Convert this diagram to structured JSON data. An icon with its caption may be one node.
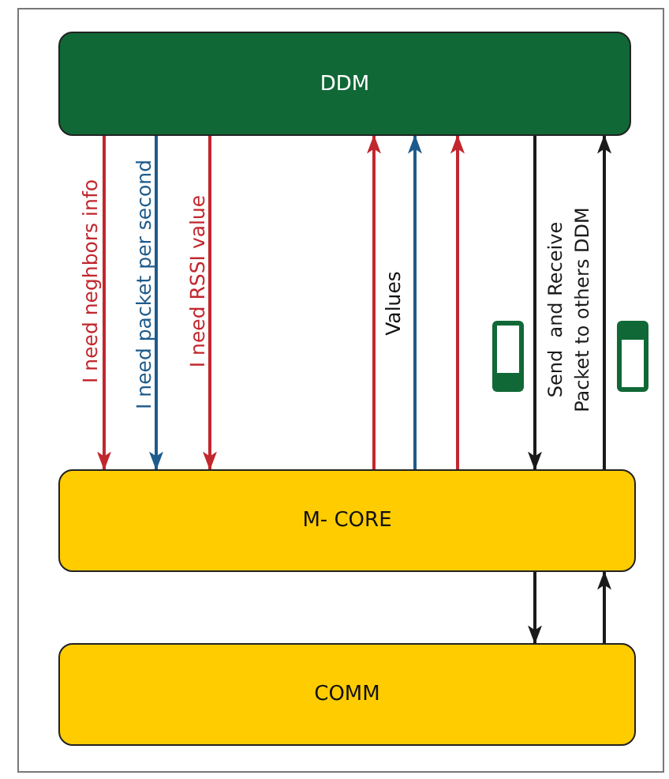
{
  "diagram": {
    "nodes": [
      {
        "text": [
          "DDM"
        ]
      },
      {
        "text": [
          "M- CORE"
        ]
      },
      {
        "text": [
          "COMM"
        ]
      }
    ],
    "edges": [
      {
        "from": 0,
        "to": 1,
        "arrow": "to",
        "label": "I need neghbors info"
      },
      {
        "from": 0,
        "to": 1,
        "arrow": "to",
        "label": "I need packet per second",
        "color": "#1d5b8c"
      },
      {
        "from": 0,
        "to": 1,
        "arrow": "to",
        "label": "I need RSSI value"
      },
      {
        "from": 1,
        "to": 0,
        "arrow": "to"
      },
      {
        "from": 1,
        "to": 0,
        "arrow": "to",
        "color": "#1d5b8c"
      },
      {
        "from": 1,
        "to": 0,
        "arrow": "to"
      },
      {
        "from": 0,
        "to": 1,
        "arrow": "to",
        "label": "Send  and Receive Packet to others DDM",
        "color": "#1a1a1a"
      },
      {
        "from": 1,
        "to": 0,
        "arrow": "to",
        "color": "#1a1a1a"
      },
      {
        "from": 1,
        "to": 2,
        "arrow": "to",
        "color": "#1a1a1a"
      },
      {
        "from": 2,
        "to": 1,
        "arrow": "to",
        "color": "#1a1a1a"
      }
    ],
    "labels": [
      "Values"
    ]
  }
}
